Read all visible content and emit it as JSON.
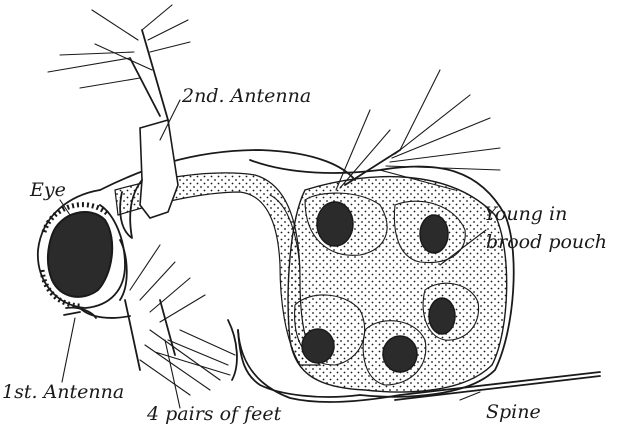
{
  "labels": {
    "second_antenna": "2nd. Antenna",
    "eye": "Eye",
    "young_line1": "Young in",
    "young_line2": "brood pouch",
    "first_antenna": "1st. Antenna",
    "feet": "4 pairs of feet",
    "spine": "Spine"
  }
}
